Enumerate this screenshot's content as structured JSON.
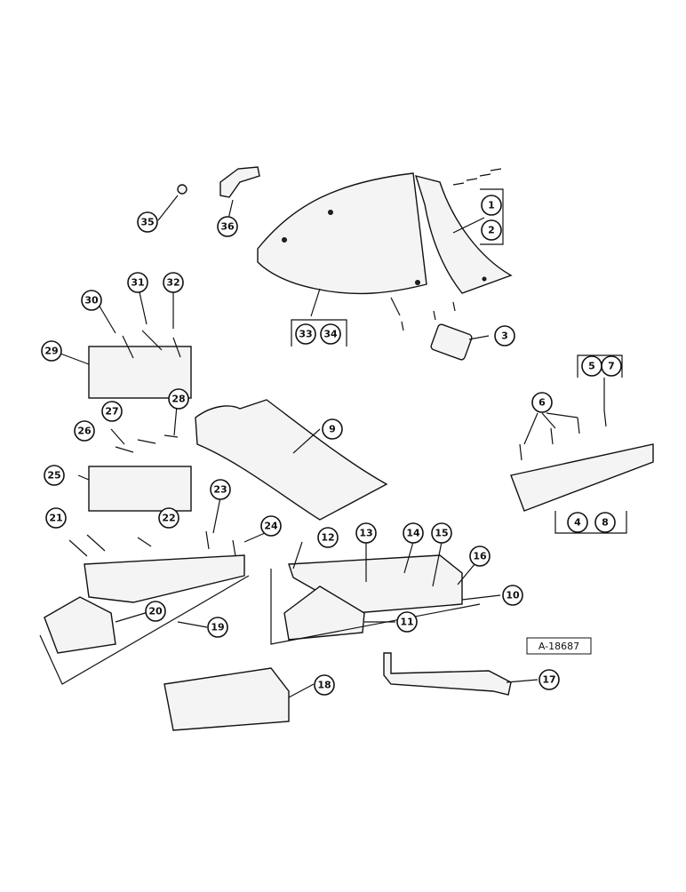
{
  "reference_code": "A-18687",
  "callouts": [
    "1",
    "2",
    "3",
    "5",
    "7",
    "6",
    "4",
    "8",
    "9",
    "10",
    "11",
    "12",
    "13",
    "14",
    "15",
    "16",
    "17",
    "18",
    "19",
    "20",
    "21",
    "22",
    "23",
    "24",
    "25",
    "26",
    "27",
    "28",
    "29",
    "30",
    "31",
    "32",
    "33",
    "34",
    "35",
    "36"
  ]
}
